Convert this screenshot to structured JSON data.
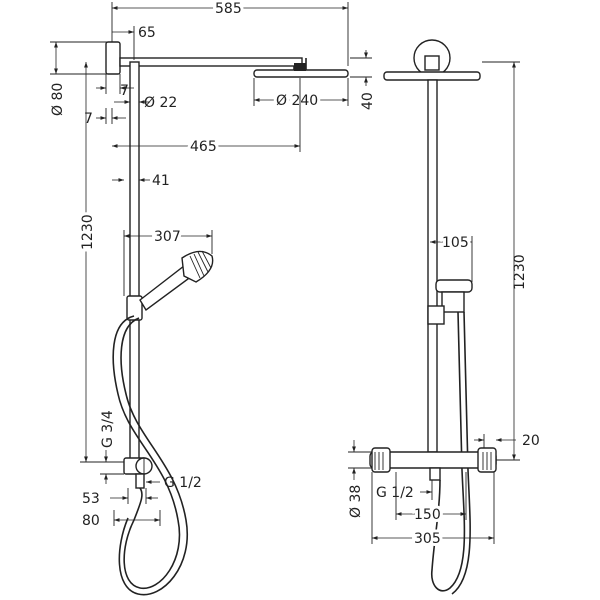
{
  "side_view": {
    "dim_total_width": "585",
    "dim_arm_offset": "65",
    "dim_wall_diameter": "Ø 80",
    "dim_seven_a": "7",
    "dim_seven_b": "7",
    "dim_pipe_diameter": "Ø 22",
    "dim_head_diameter": "Ø 240",
    "dim_head_height": "40",
    "dim_arm_length": "465",
    "dim_bracket": "41",
    "dim_column_height": "1230",
    "dim_hand_reach": "307",
    "dim_connection_g34": "G 3/4",
    "dim_connection_g12": "G 1/2",
    "dim_53": "53",
    "dim_80": "80"
  },
  "front_view": {
    "dim_column_height": "1230",
    "dim_holder": "105",
    "dim_20": "20",
    "dim_diameter_38": "Ø 38",
    "dim_g12": "G 1/2",
    "dim_150": "150",
    "dim_305": "305"
  }
}
